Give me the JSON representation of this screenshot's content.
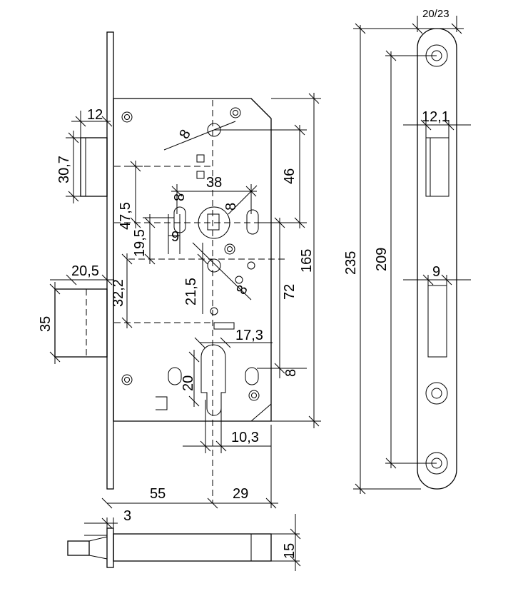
{
  "dimensions": {
    "front_width": "12",
    "latch_height": "30,7",
    "cam_width": "38",
    "handle_to_top": "47,5",
    "handle_cam_offset": "46",
    "pin_9": "9",
    "offset_19_5": "19,5",
    "hole_8_a": "8",
    "hole_8_b": "8",
    "hole_8_c": "8",
    "hole_8_d": "8",
    "deadbolt_throw": "20,5",
    "deadbolt_offset": "32,2",
    "cam_spacing": "21,5",
    "deadbolt_height": "35",
    "handle_to_cylinder": "72",
    "case_height": "165",
    "cylinder_width": "17,3",
    "cylinder_height": "20",
    "cylinder_slot": "10,3",
    "backset": "55",
    "case_depth": "29",
    "faceplate_thickness": "3",
    "case_thickness": "15",
    "faceplate_width": "20/23",
    "faceplate_length": "235",
    "screw_spacing": "209",
    "latch_opening_width": "12,1",
    "bolt_opening_width": "9"
  }
}
